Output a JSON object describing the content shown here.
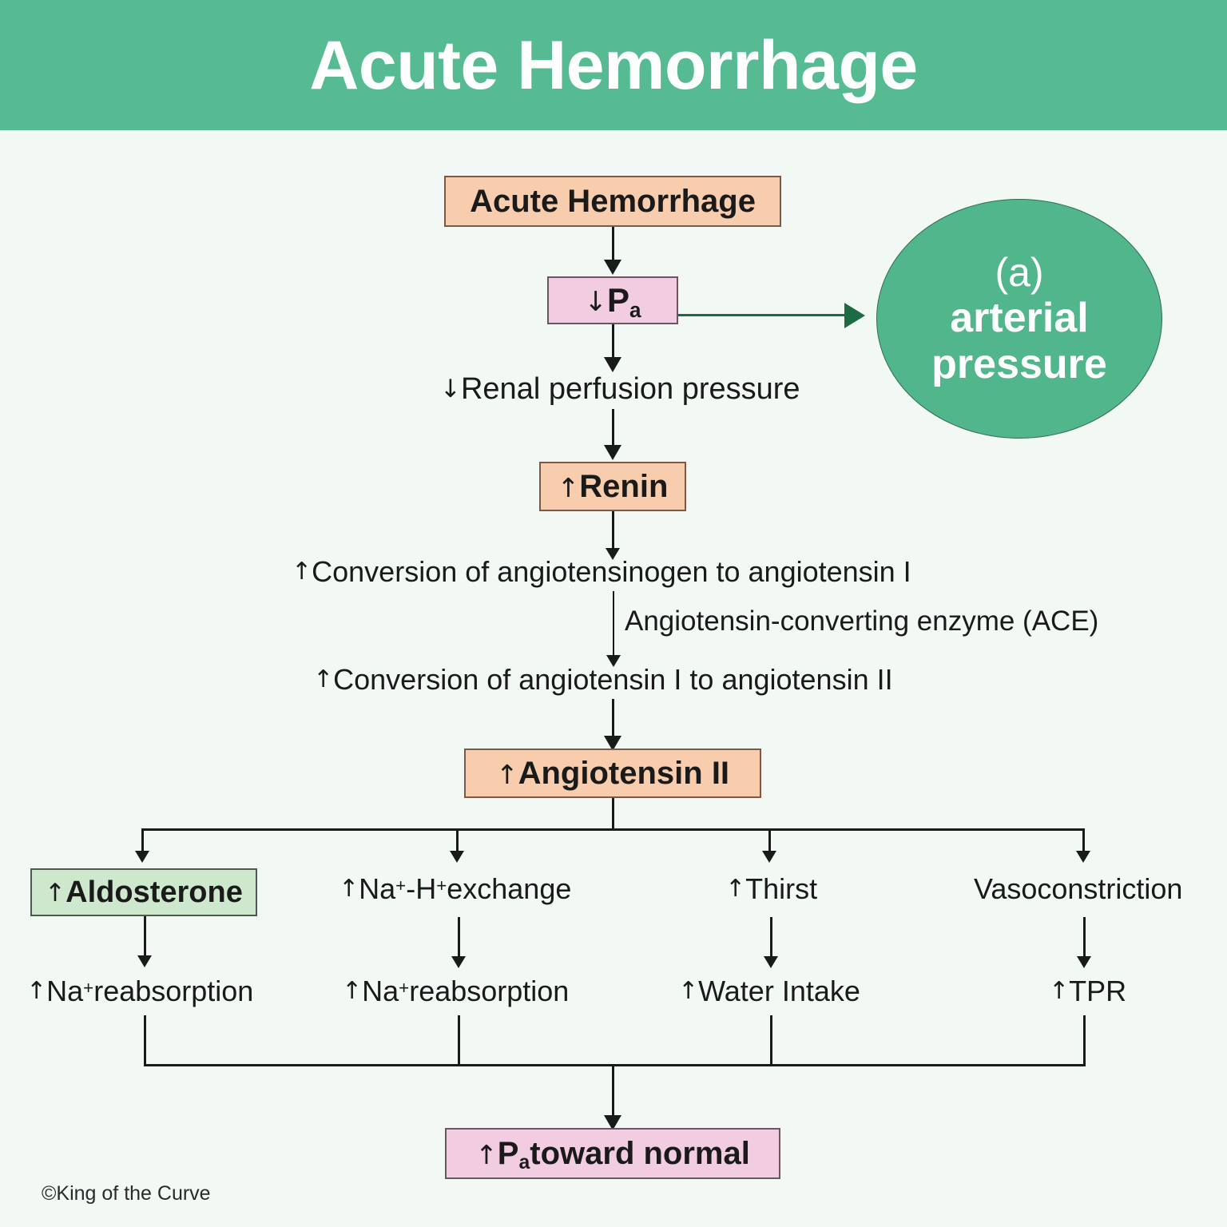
{
  "header": {
    "title": "Acute Hemorrhage",
    "background_color": "#56bb93",
    "text_color": "#ffffff"
  },
  "page": {
    "background_color": "#f2f8f4",
    "credit": "©King of the Curve"
  },
  "callout": {
    "line1": "(a)",
    "line2": "arterial",
    "line3": "pressure",
    "fill_color": "#51b68c",
    "text_color": "#ffffff",
    "connector_color": "#1d6b42"
  },
  "flow": {
    "nodes": [
      {
        "id": "acute-hemorrhage",
        "label": "Acute Hemorrhage",
        "style": "box-orange",
        "boxed": true
      },
      {
        "id": "decreased-pa",
        "label_arrow": "↓",
        "label_main": "P",
        "label_sub": "a",
        "style": "box-pink",
        "boxed": true
      },
      {
        "id": "renal-perfusion-pressure",
        "label_arrow": "↓",
        "label_main": "Renal perfusion pressure",
        "boxed": false
      },
      {
        "id": "renin",
        "label_arrow": "↑",
        "label_main": "Renin",
        "style": "box-orange",
        "boxed": true
      },
      {
        "id": "conversion-angiotensinogen",
        "label_arrow": "↑",
        "label_main": "Conversion of angiotensinogen to angiotensin I",
        "boxed": false
      },
      {
        "id": "ace",
        "label_main": "Angiotensin-converting enzyme (ACE)",
        "boxed": false
      },
      {
        "id": "conversion-angiotensin-i",
        "label_arrow": "↑",
        "label_main": "Conversion of angiotensin I to angiotensin II",
        "boxed": false
      },
      {
        "id": "angiotensin-ii",
        "label_arrow": "↑",
        "label_main": "Angiotensin II",
        "style": "box-orange",
        "boxed": true
      }
    ],
    "branches": [
      {
        "id": "aldosterone",
        "label_arrow": "↑",
        "label_main": "Aldosterone",
        "boxed": true,
        "style": "box-green",
        "effect_arrow": "↑",
        "effect_main": "Na",
        "effect_sup": "+",
        "effect_rest": " reabsorption"
      },
      {
        "id": "na-h-exchange",
        "label_arrow": "↑",
        "label_main": "Na",
        "label_sup": "+",
        "label_mid": "-H",
        "label_sup2": "+",
        "label_rest": " exchange",
        "boxed": false,
        "effect_arrow": "↑",
        "effect_main": "Na",
        "effect_sup": "+",
        "effect_rest": " reabsorption"
      },
      {
        "id": "thirst",
        "label_arrow": "↑",
        "label_main": "Thirst",
        "boxed": false,
        "effect_arrow": "↑",
        "effect_main": "Water Intake",
        "effect_sup": "",
        "effect_rest": ""
      },
      {
        "id": "vasoconstriction",
        "label_arrow": "",
        "label_main": "Vasoconstriction",
        "boxed": false,
        "effect_arrow": "↑",
        "effect_main": "TPR",
        "effect_sup": "",
        "effect_rest": ""
      }
    ],
    "outcome": {
      "id": "pa-toward-normal",
      "label_arrow": "↑",
      "label_main": "P",
      "label_sub": "a",
      "label_rest": " toward normal",
      "style": "box-pink",
      "boxed": true
    }
  },
  "colors": {
    "box_orange": "#f7cdae",
    "box_pink": "#f2cde2",
    "box_green": "#cde8cd",
    "line": "#1a1a1a",
    "accent_green": "#56bb93"
  }
}
